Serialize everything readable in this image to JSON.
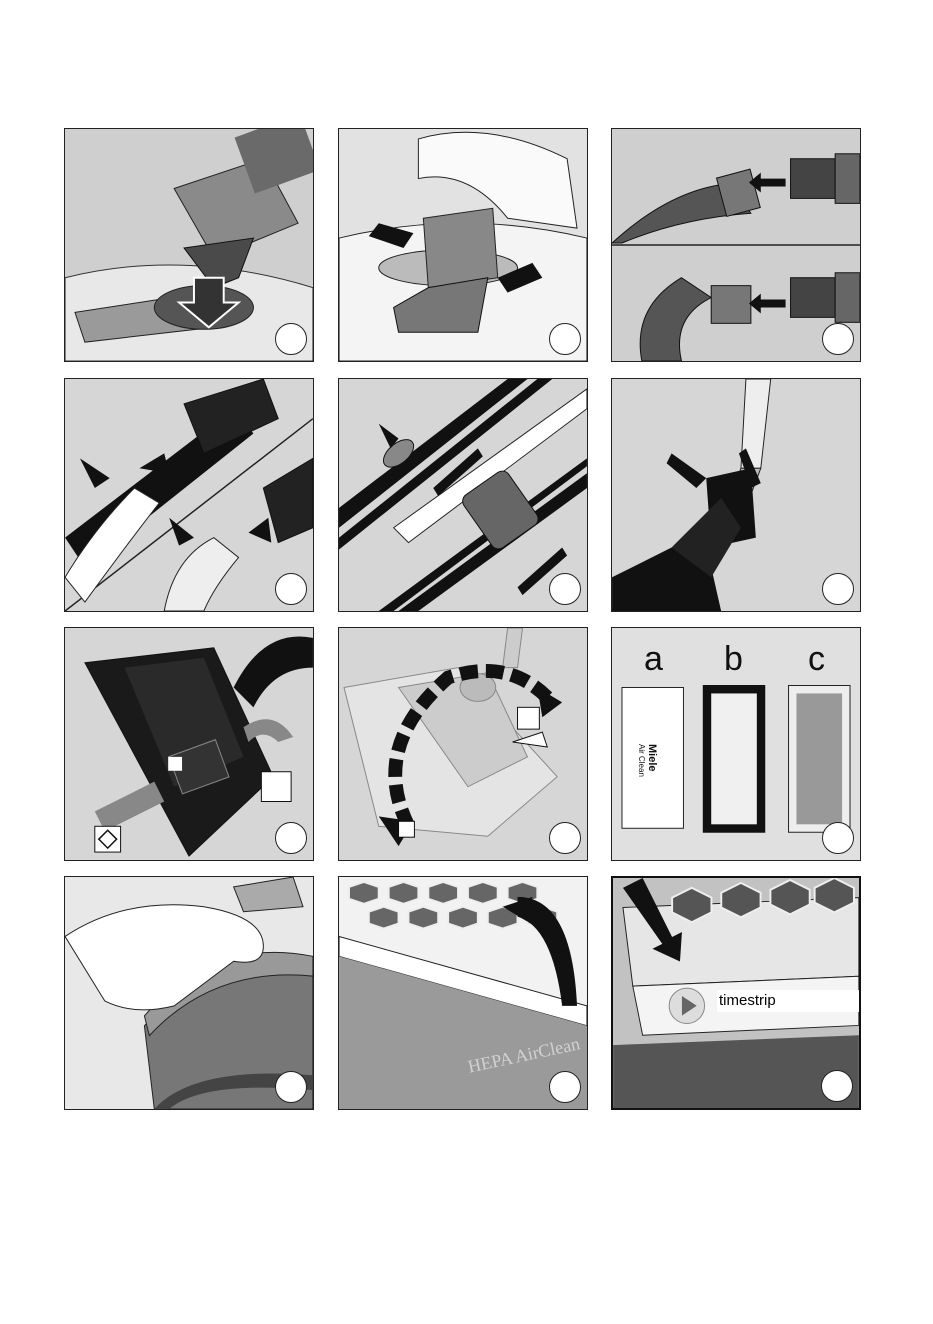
{
  "filters": {
    "letters": [
      "a",
      "b",
      "c"
    ],
    "brand": "Miele",
    "product": "Air Clean",
    "hepa": "HEPA AirClean"
  },
  "timestrip": {
    "label": "timestrip"
  },
  "colors": {
    "panel_bg": "#c9c9c9",
    "dark": "#1a1a1a",
    "mid": "#7a7a7a",
    "light": "#e6e6e6"
  }
}
